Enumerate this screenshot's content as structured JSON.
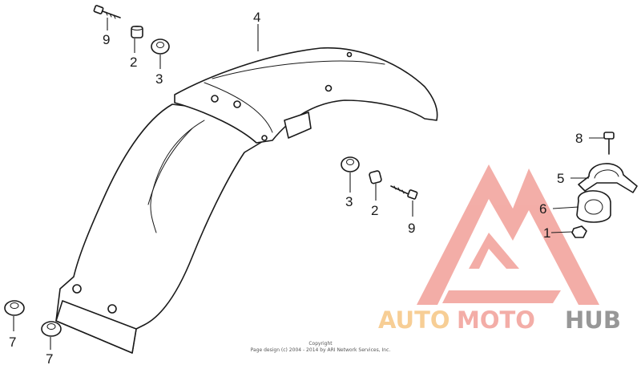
{
  "diagram": {
    "callouts": [
      {
        "id": "c4",
        "label": "4"
      },
      {
        "id": "c9a",
        "label": "9"
      },
      {
        "id": "c2a",
        "label": "2"
      },
      {
        "id": "c3a",
        "label": "3"
      },
      {
        "id": "c8",
        "label": "8"
      },
      {
        "id": "c5",
        "label": "5"
      },
      {
        "id": "c6",
        "label": "6"
      },
      {
        "id": "c1",
        "label": "1"
      },
      {
        "id": "c3b",
        "label": "3"
      },
      {
        "id": "c2b",
        "label": "2"
      },
      {
        "id": "c9b",
        "label": "9"
      },
      {
        "id": "c7a",
        "label": "7"
      },
      {
        "id": "c7b",
        "label": "7"
      }
    ],
    "copyright_line1": "Copyright",
    "copyright_line2": "Page design (c) 2004 - 2014 by ARI Network Services, Inc."
  },
  "watermark": {
    "part1": "AUTO",
    "part2": "MOTO",
    "part3": "HUB",
    "colors": {
      "auto": "#f7c98a",
      "moto": "#f2a59e",
      "hub": "#8c8c8c",
      "logo": "#f2a59e"
    }
  }
}
